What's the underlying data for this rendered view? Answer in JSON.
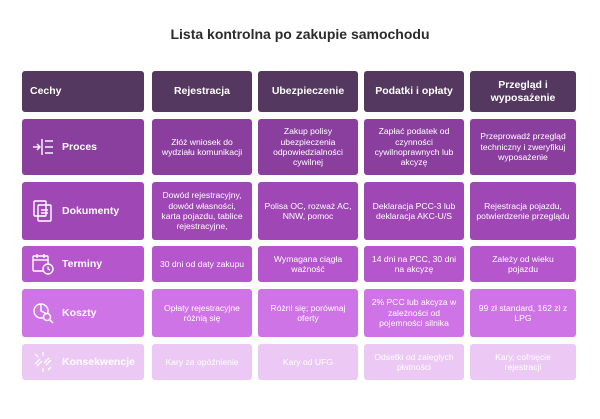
{
  "title": "Lista kontrolna po zakupie samochodu",
  "headers": [
    "Cechy",
    "Rejestracja",
    "Ubezpieczenie",
    "Podatki i opłaty",
    "Przegląd i wyposażenie"
  ],
  "rows": [
    {
      "label": "Proces",
      "icon": "process-icon",
      "cells": [
        "Złóż wniosek do wydziału komunikacji",
        "Zakup polisy ubezpieczenia odpowiedzialności cywilnej",
        "Zapłać podatek od czynności cywilnoprawnych lub akcyzę",
        "Przeprowadź przegląd techniczny i zweryfikuj wyposażenie"
      ]
    },
    {
      "label": "Dokumenty",
      "icon": "documents-icon",
      "cells": [
        "Dowód rejestracyjny, dowód własności, karta pojazdu, tablice rejestracyjne,",
        "Polisa OC, rozważ AC, NNW, pomoc",
        "Deklaracja PCC-3 lub deklaracja AKC-U/S",
        "Rejestracja pojazdu, potwierdzenie przeglądu"
      ]
    },
    {
      "label": "Terminy",
      "icon": "calendar-clock-icon",
      "cells": [
        "30 dni od daty zakupu",
        "Wymagana ciągła ważność",
        "14 dni na PCC, 30 dni na akcyzę",
        "Zależy od wieku pojazdu"
      ]
    },
    {
      "label": "Koszty",
      "icon": "cost-analysis-icon",
      "cells": [
        "Opłaty rejestracyjne różnią się",
        "Różni się; porównaj oferty",
        "2% PCC lub akcyza w zależności od pojemności silnika",
        "99 zł standard, 162 zł z LPG"
      ]
    },
    {
      "label": "Konsekwencje",
      "icon": "broken-chain-icon",
      "cells": [
        "Kary za opóźnienie",
        "Kary od UFG",
        "Odsetki od zaległych płatności",
        "Kary, cofnięcie rejestracji"
      ]
    }
  ]
}
